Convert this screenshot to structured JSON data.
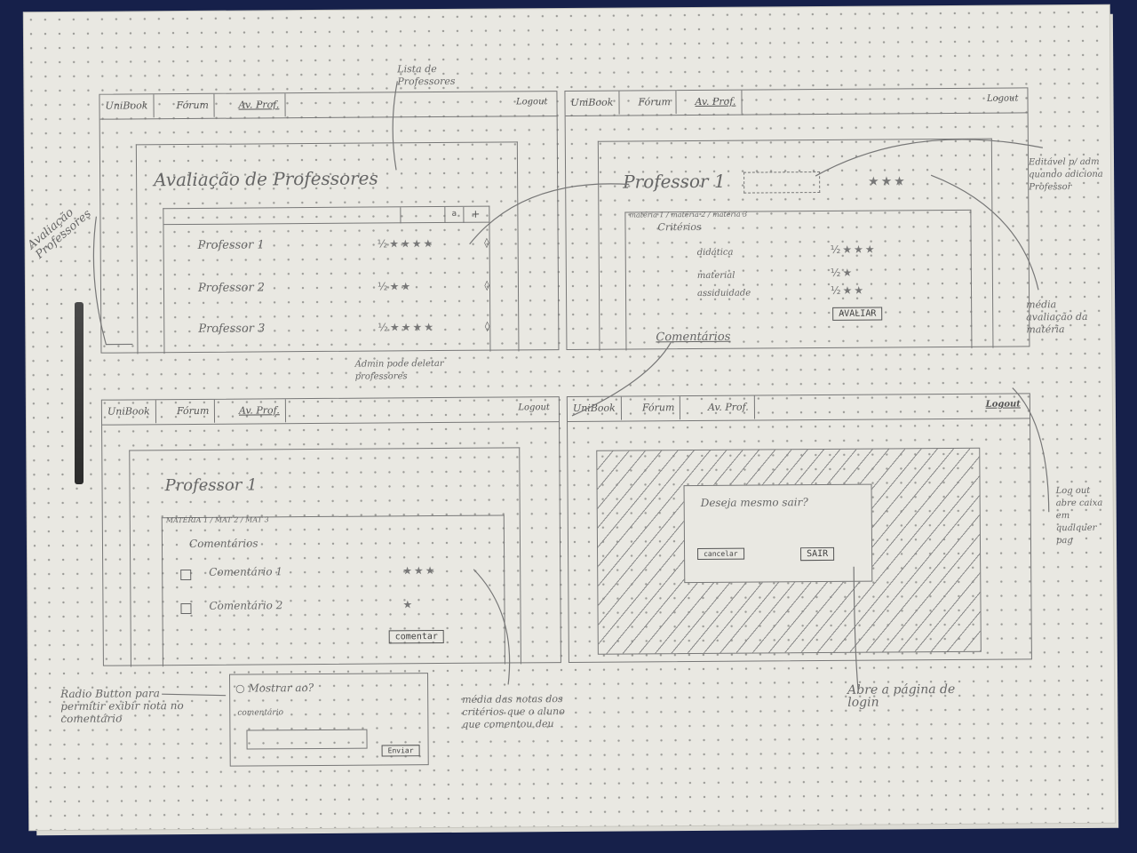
{
  "nav": {
    "tab1": "UniBook",
    "tab2": "Fórum",
    "tab3": "Av. Prof.",
    "logout": "Logout"
  },
  "frame1": {
    "title": "Avaliação de Professores",
    "side_label": "Avaliação Professores",
    "col_a": "a",
    "col_b": "+",
    "rows": [
      {
        "name": "Professor 1",
        "stars": "½★★★★"
      },
      {
        "name": "Professor 2",
        "stars": "½★★"
      },
      {
        "name": "Professor 3",
        "stars": "½★★★★"
      }
    ]
  },
  "frame2": {
    "title": "Professor 1",
    "stars": "★★★",
    "tags": "matéria 1 / matéria 2 / matéria 3",
    "criteria_label": "Critérios",
    "criteria": [
      {
        "name": "didática",
        "stars": "½★★★"
      },
      {
        "name": "material",
        "stars": "½★"
      },
      {
        "name": "assiduidade",
        "stars": "½★★"
      }
    ],
    "button": "AVALIAR",
    "comments_link": "Comentários"
  },
  "frame3": {
    "title": "Professor 1",
    "tags": "MATÉRIA 1 / MAT 2 / MAT 3",
    "comments_label": "Comentários",
    "comments": [
      {
        "text": "Comentário 1",
        "stars": "★★★"
      },
      {
        "text": "Comentário 2",
        "stars": "★"
      }
    ],
    "button": "comentar"
  },
  "frame4": {
    "dialog_text": "Deseja mesmo sair?",
    "cancel": "cancelar",
    "exit": "SAIR"
  },
  "popup": {
    "radio": "Mostrar ao?",
    "field_label": "comentário",
    "send": "Enviar"
  },
  "notes": {
    "lista": "Lista de Professores",
    "admin": "Admin pode deletar professores",
    "editavel": "Editável p/ adm quando adiciona Professor",
    "media": "média avaliação da matéria",
    "logout_note": "Log out abre caixa em qualquer pag",
    "radio_note": "Radio Button para permitir exibir nota no comentário",
    "media_notas": "média das notas dos critérios que o aluno que comentou deu",
    "abre_login": "Abre a página de login"
  }
}
